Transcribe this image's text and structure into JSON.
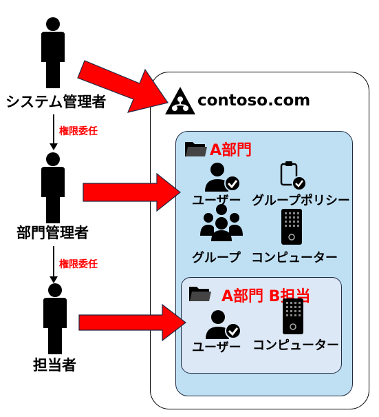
{
  "roles": {
    "system_admin": "システム管理者",
    "dept_admin": "部門管理者",
    "person_in_charge": "担当者"
  },
  "delegation": {
    "first": "権限委任",
    "second": "権限委任"
  },
  "domain": {
    "name": "contoso.com",
    "icon": "domain-tree-icon"
  },
  "ou_a": {
    "title": "A部門",
    "icon": "folder-icon",
    "items": {
      "users": "ユーザー",
      "group_policy": "グループポリシー",
      "groups": "グループ",
      "computers": "コンピューター"
    }
  },
  "ou_a_b": {
    "title": "A部門 B担当",
    "icon": "folder-icon",
    "items": {
      "users": "ユーザー",
      "computers": "コンピューター"
    }
  },
  "colors": {
    "arrow_fill": "#ff0000",
    "ou_fill": "#bfe0f3",
    "sub_ou_fill": "#dce8f6",
    "delegation_text": "#ff0000",
    "ou_title_text": "#ff0000"
  }
}
